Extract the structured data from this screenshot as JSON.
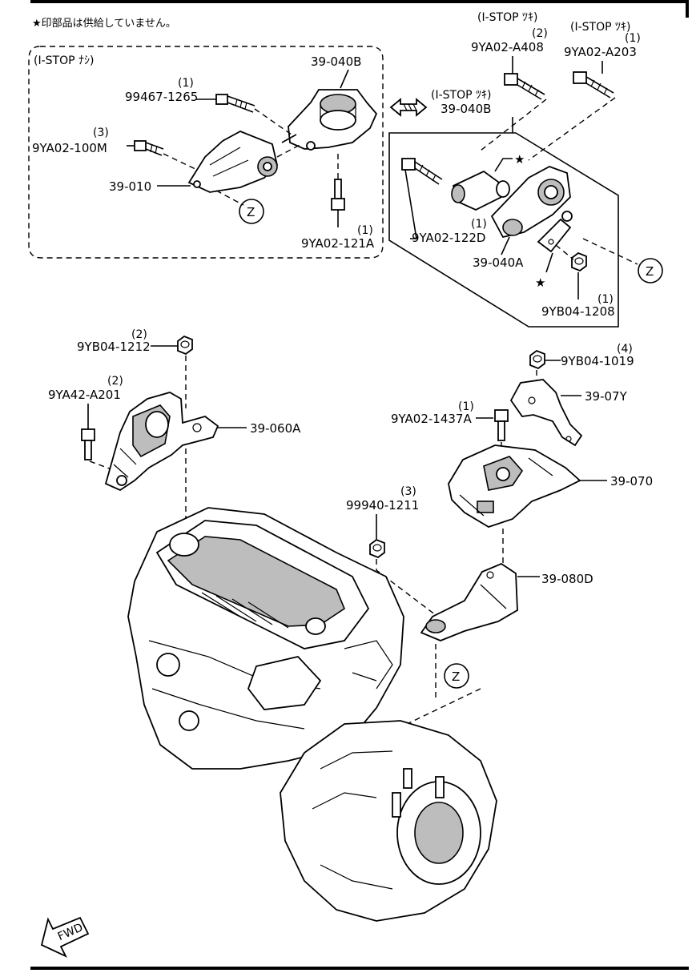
{
  "header": {
    "note": "★印部品は供給していません。",
    "rule_color": "#000000"
  },
  "groups": {
    "istop_nashi": "(I-STOP ﾅｼ)",
    "istop_tsuki_box": "(I-STOP ﾂｷ)",
    "istop_tsuki_a408": "(I-STOP ﾂｷ)",
    "istop_tsuki_a203": "(I-STOP ﾂｷ)"
  },
  "labels": {
    "p_39_040B_left": "39-040B",
    "p_39_040B_right": "39-040B",
    "p_99467": "99467-1265",
    "q_99467": "(1)",
    "p_9YA02_100M": "9YA02-100M",
    "q_9YA02_100M": "(3)",
    "p_39_010": "39-010",
    "p_9YA02_121A": "9YA02-121A",
    "q_9YA02_121A": "(1)",
    "p_9YA02_A408": "9YA02-A408",
    "q_9YA02_A408": "(2)",
    "p_9YA02_A203": "9YA02-A203",
    "q_9YA02_A203": "(1)",
    "p_9YA02_122D": "9YA02-122D",
    "q_9YA02_122D": "(1)",
    "p_39_040A": "39-040A",
    "p_9YB04_1208": "9YB04-1208",
    "q_9YB04_1208": "(1)",
    "p_9YB04_1212": "9YB04-1212",
    "q_9YB04_1212": "(2)",
    "p_9YA42_A201": "9YA42-A201",
    "q_9YA42_A201": "(2)",
    "p_39_060A": "39-060A",
    "p_9YB04_1019": "9YB04-1019",
    "q_9YB04_1019": "(4)",
    "p_39_07Y": "39-07Y",
    "p_9YA02_1437A": "9YA02-1437A",
    "q_9YA02_1437A": "(1)",
    "p_39_070": "39-070",
    "p_99940": "99940-1211",
    "q_99940": "(3)",
    "p_39_080D": "39-080D",
    "ref_z": "Z",
    "star": "★",
    "fwd": "FWD"
  }
}
